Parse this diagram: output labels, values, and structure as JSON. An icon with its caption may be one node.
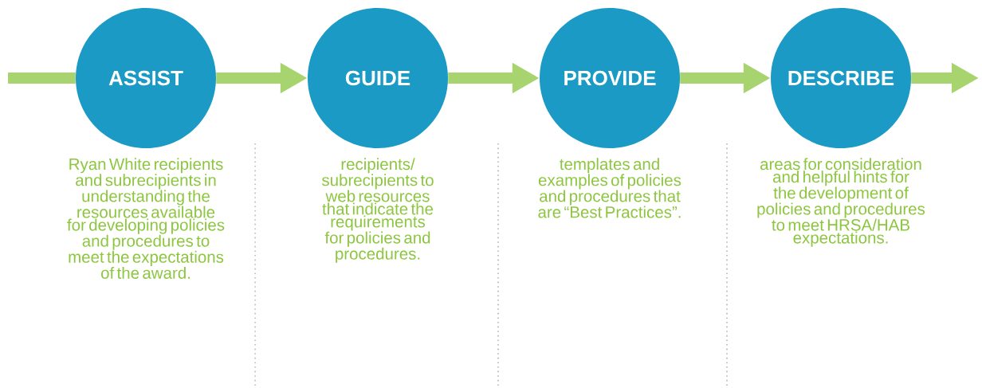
{
  "diagram": {
    "nodes": [
      {
        "text": [
          "ASSIST"
        ],
        "beside": [
          "Ryan White recipients and subrecipients in understanding the resources available for developing policies and procedures to meet the expectations of the award."
        ]
      },
      {
        "text": [
          "GUIDE"
        ],
        "beside": [
          "recipients/ subrecipients to web resources that indicate the requirements for policies and procedures."
        ]
      },
      {
        "text": [
          "PROVIDE"
        ],
        "beside": [
          "templates and examples of policies and procedures that are “Best Practices”."
        ]
      },
      {
        "text": [
          "DESCRIBE"
        ],
        "beside": [
          "areas for consideration and helpful hints for the development of policies and procedures to meet HRSA/HAB expectations."
        ]
      }
    ],
    "edges": [
      {
        "from": null,
        "to": 0,
        "arrow": "none"
      },
      {
        "from": 0,
        "to": 1,
        "arrow": "to"
      },
      {
        "from": 1,
        "to": 2,
        "arrow": "to"
      },
      {
        "from": 2,
        "to": 3,
        "arrow": "to"
      },
      {
        "from": 3,
        "to": null,
        "arrow": "to"
      }
    ]
  }
}
